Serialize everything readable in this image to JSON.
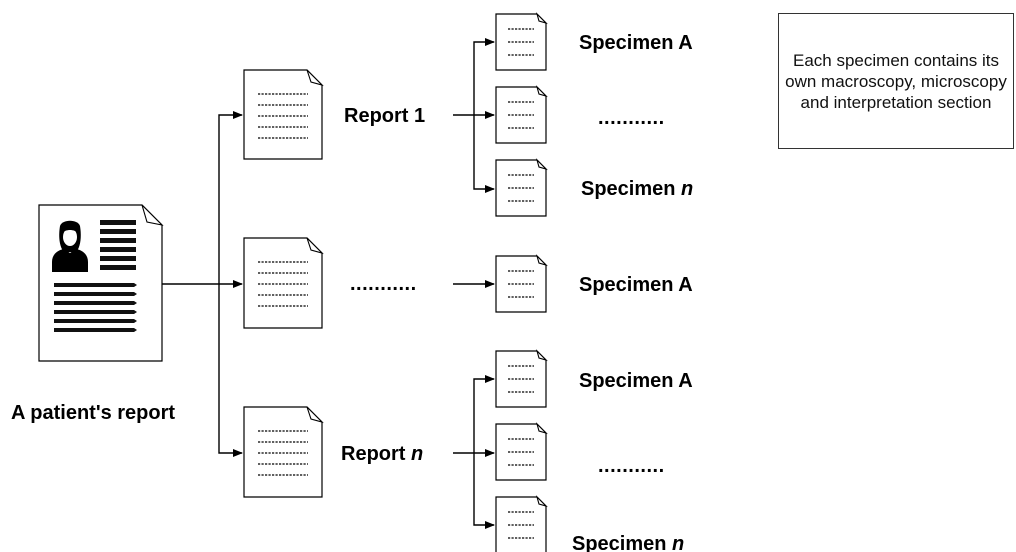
{
  "patient": {
    "label": "A patient's report"
  },
  "reports": [
    {
      "prefix": "Report ",
      "suffix": "1",
      "suffix_italic": false,
      "specimens": [
        {
          "kind": "label",
          "prefix": "Specimen ",
          "suffix": "A",
          "suffix_italic": false
        },
        {
          "kind": "ellipsis",
          "text": "..........."
        },
        {
          "kind": "label",
          "prefix": "Specimen ",
          "suffix": "n",
          "suffix_italic": true
        }
      ]
    },
    {
      "prefix": "",
      "suffix": "...........",
      "suffix_italic": false,
      "specimens": [
        {
          "kind": "label",
          "prefix": "Specimen ",
          "suffix": "A",
          "suffix_italic": false
        }
      ]
    },
    {
      "prefix": "Report ",
      "suffix": "n",
      "suffix_italic": true,
      "specimens": [
        {
          "kind": "label",
          "prefix": "Specimen ",
          "suffix": "A",
          "suffix_italic": false
        },
        {
          "kind": "ellipsis",
          "text": "..........."
        },
        {
          "kind": "label",
          "prefix": "Specimen ",
          "suffix": "n",
          "suffix_italic": true
        }
      ]
    }
  ],
  "note": {
    "text": "Each specimen contains its own macroscopy, microscopy and interpretation section"
  }
}
